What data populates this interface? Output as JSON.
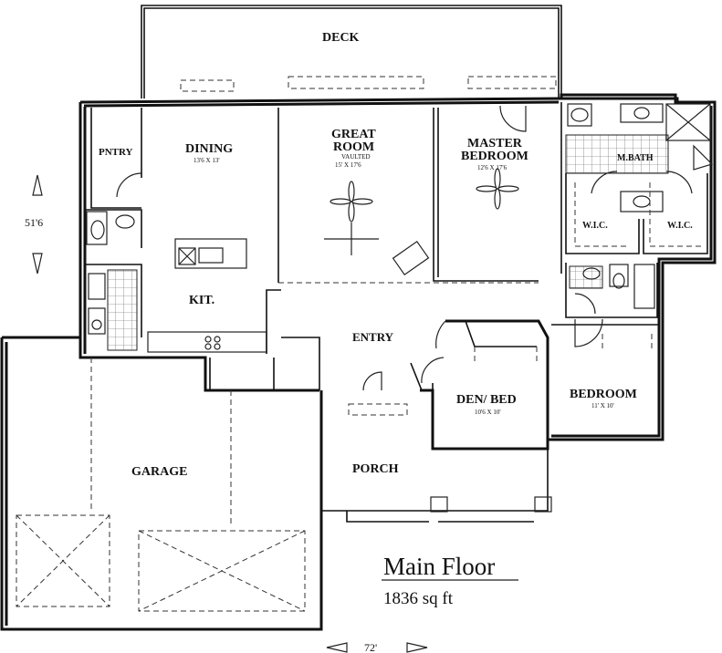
{
  "plan": {
    "title": "Main Floor",
    "area": "1836 sq ft",
    "depth": "51'6",
    "width": "72'"
  },
  "rooms": {
    "deck": "DECK",
    "pantry": "PNTRY",
    "dining": "DINING",
    "dining_dim": "13'6 X 13'",
    "great_room_line1": "GREAT",
    "great_room_line2": "ROOM",
    "great_room_note": "VAULTED",
    "great_room_dim": "15' X 17'6",
    "master_line1": "MASTER",
    "master_line2": "BEDROOM",
    "master_dim": "12'6 X 17'6",
    "master_bath": "M.BATH",
    "wic_left": "W.I.C.",
    "wic_right": "W.I.C.",
    "kitchen": "KIT.",
    "entry": "ENTRY",
    "den": "DEN/ BED",
    "den_dim": "10'6 X 10'",
    "bedroom": "BEDROOM",
    "bedroom_dim": "11' X 10'",
    "garage": "GARAGE",
    "porch": "PORCH"
  }
}
